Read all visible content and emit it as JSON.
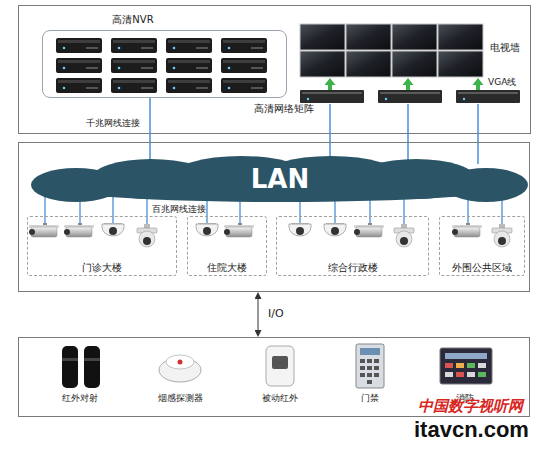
{
  "diagram": {
    "nodes": [
      {
        "text": [
          "高清NVR"
        ]
      },
      {
        "text": [
          "电视墙"
        ]
      },
      {
        "text": [
          "高清网络矩阵"
        ]
      },
      {
        "text": [
          "百兆网线连接"
        ]
      },
      {
        "text": [
          "LAN"
        ],
        "in": 3
      },
      {
        "text": [
          "门诊大楼"
        ],
        "in": 3
      },
      {
        "text": [
          "住院大楼"
        ],
        "in": 3
      },
      {
        "text": [
          "综合行政楼"
        ],
        "in": 3
      },
      {
        "text": [
          "外围公共区域"
        ],
        "in": 3
      },
      {
        "text": [
          "红外对射",
          "烟感探测器",
          "被动红外",
          "门禁",
          "消防"
        ]
      }
    ],
    "edges": [
      {
        "from": 0,
        "to": 4,
        "arrow": "none",
        "label": "千兆网线连接"
      },
      {
        "from": 2,
        "to": 4,
        "arrow": "none"
      },
      {
        "from": 2,
        "to": 1,
        "arrow": "to",
        "label": "VGA线"
      },
      {
        "from": 3,
        "to": 9,
        "arrow": "both",
        "label": "I/O"
      }
    ],
    "labels": [
      "中国数字视听网",
      "itavcn.com"
    ]
  }
}
